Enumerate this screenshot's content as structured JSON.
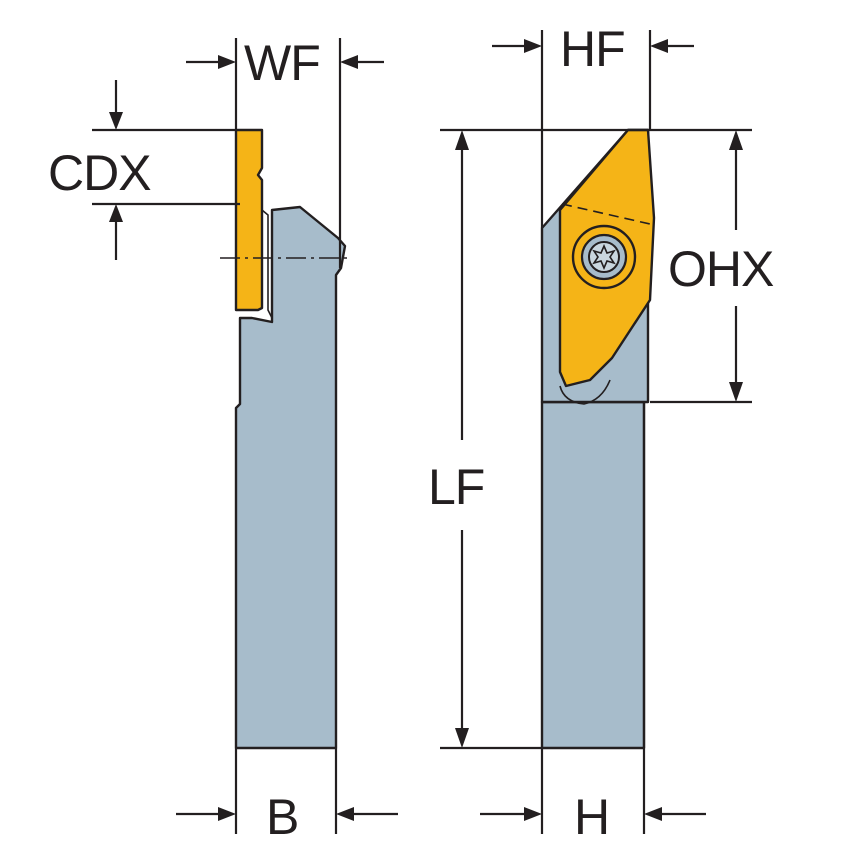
{
  "labels": {
    "wf": "WF",
    "hf": "HF",
    "cdx": "CDX",
    "ohx": "OHX",
    "lf": "LF",
    "b": "B",
    "h": "H"
  },
  "colors": {
    "holder_body": "#a7bccb",
    "insert": "#f5b417",
    "lines": "#231f20",
    "background": "#ffffff"
  }
}
